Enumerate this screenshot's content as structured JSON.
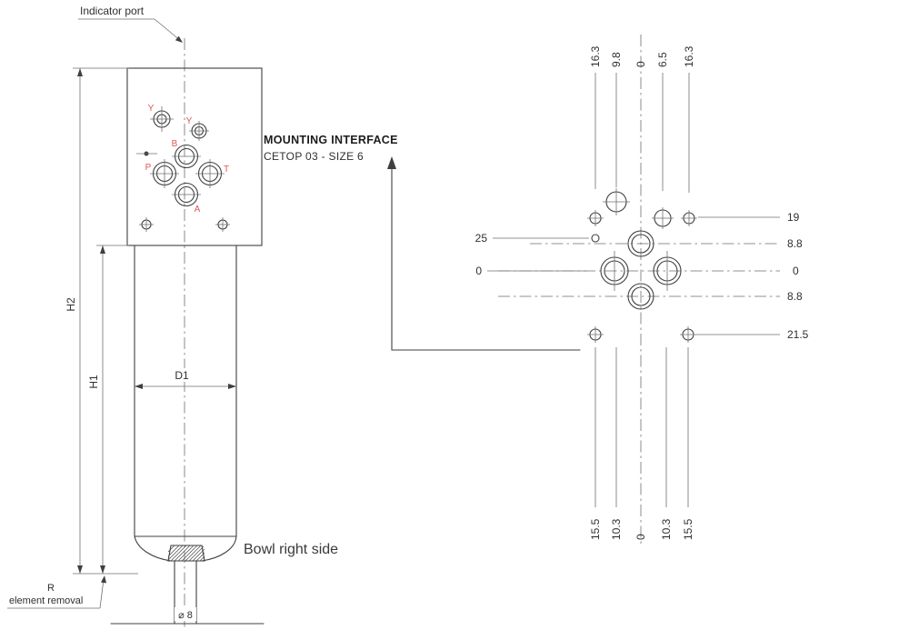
{
  "left_view": {
    "indicator_port": "Indicator port",
    "dim_h2": "H2",
    "dim_h1": "H1",
    "dim_d1": "D1",
    "bowl_caption": "Bowl right side",
    "removal_r": "R",
    "removal_text": "element removal",
    "drain_diameter": "⌀ 8",
    "ports": {
      "y1": "Y",
      "y2": "Y",
      "b": "B",
      "p": "P",
      "t": "T",
      "a": "A"
    }
  },
  "callout": {
    "title": "MOUNTING INTERFACE",
    "subtitle": "CETOP 03 - SIZE 6"
  },
  "interface_view": {
    "top": [
      "16.3",
      "9.8",
      "0",
      "6.5",
      "16.3"
    ],
    "bottom": [
      "15.5",
      "10.3",
      "0",
      "10.3",
      "15.5"
    ],
    "left": [
      "25",
      "0"
    ],
    "right": [
      "19",
      "8.8",
      "0",
      "8.8",
      "21.5"
    ]
  },
  "colors": {
    "line": "#3f3f3f",
    "port_label": "#dc5a5a",
    "text": "#2f2f2f",
    "background": "#ffffff"
  }
}
